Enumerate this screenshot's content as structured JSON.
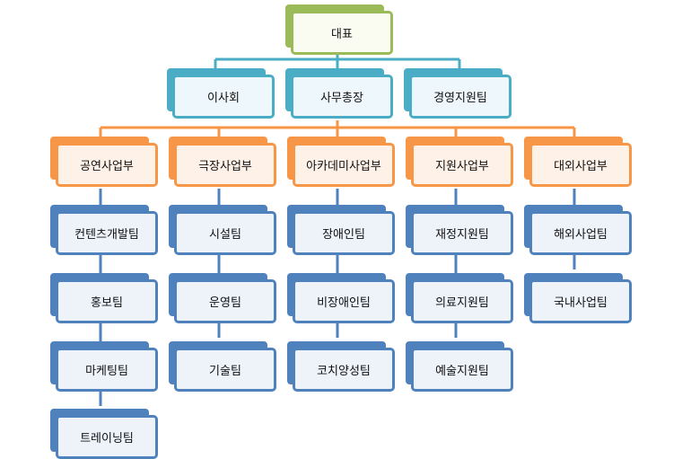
{
  "colors": {
    "level1": "#9bbb59",
    "level2": "#4bacc6",
    "level3": "#f79646",
    "level4": "#4f81bd"
  },
  "top": "대표",
  "executives": [
    "이사회",
    "사무총장",
    "경영지원팀"
  ],
  "divisions": [
    {
      "name": "공연사업부",
      "teams": [
        "컨텐츠개발팀",
        "홍보팀",
        "마케팅팀",
        "트레이닝팀"
      ]
    },
    {
      "name": "극장사업부",
      "teams": [
        "시설팀",
        "운영팀",
        "기술팀"
      ]
    },
    {
      "name": "아카데미사업부",
      "teams": [
        "장애인팀",
        "비장애인팀",
        "코치양성팀"
      ]
    },
    {
      "name": "지원사업부",
      "teams": [
        "재정지원팀",
        "의료지원팀",
        "예술지원팀"
      ]
    },
    {
      "name": "대외사업부",
      "teams": [
        "해외사업팀",
        "국내사업팀"
      ]
    }
  ]
}
